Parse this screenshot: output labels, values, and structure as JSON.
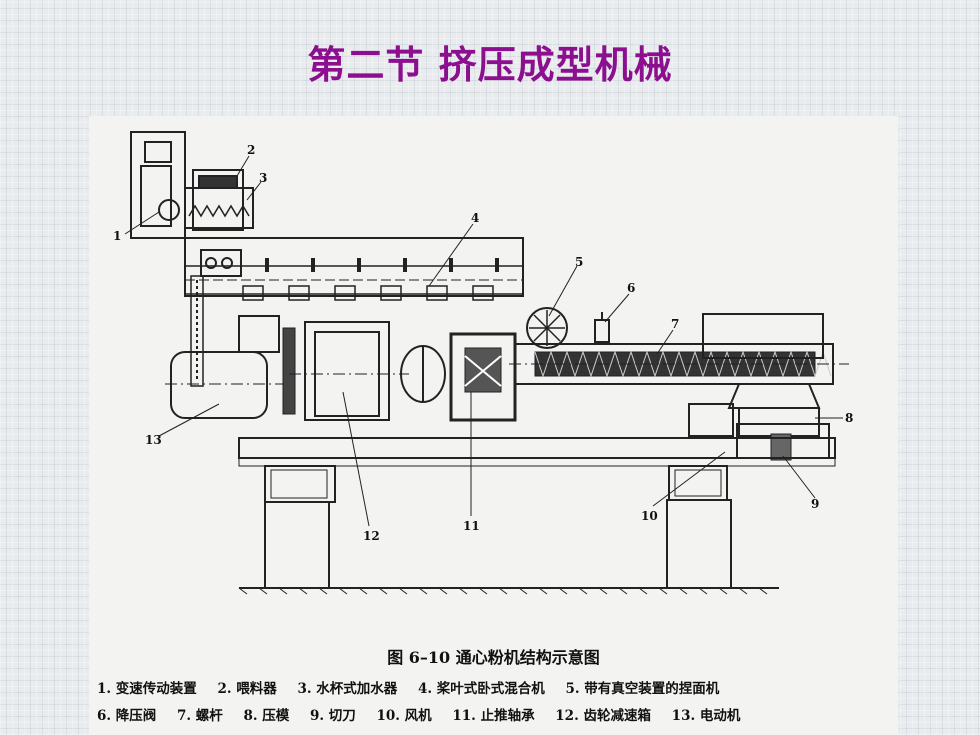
{
  "title": "第二节 挤压成型机械",
  "figure": {
    "caption": "图 6–10   通心粉机结构示意图",
    "callouts": [
      "1",
      "2",
      "3",
      "4",
      "5",
      "6",
      "7",
      "8",
      "9",
      "10",
      "11",
      "12",
      "13"
    ],
    "legend_line1": [
      "1. 变速传动装置",
      "2. 喂料器",
      "3. 水杯式加水器",
      "4. 桨叶式卧式混合机",
      "5. 带有真空装置的捏面机"
    ],
    "legend_line2": [
      "6. 降压阀",
      "7. 螺杆",
      "8. 压模",
      "9. 切刀",
      "10. 风机",
      "11. 止推轴承",
      "12. 齿轮减速箱",
      "13. 电动机"
    ]
  }
}
